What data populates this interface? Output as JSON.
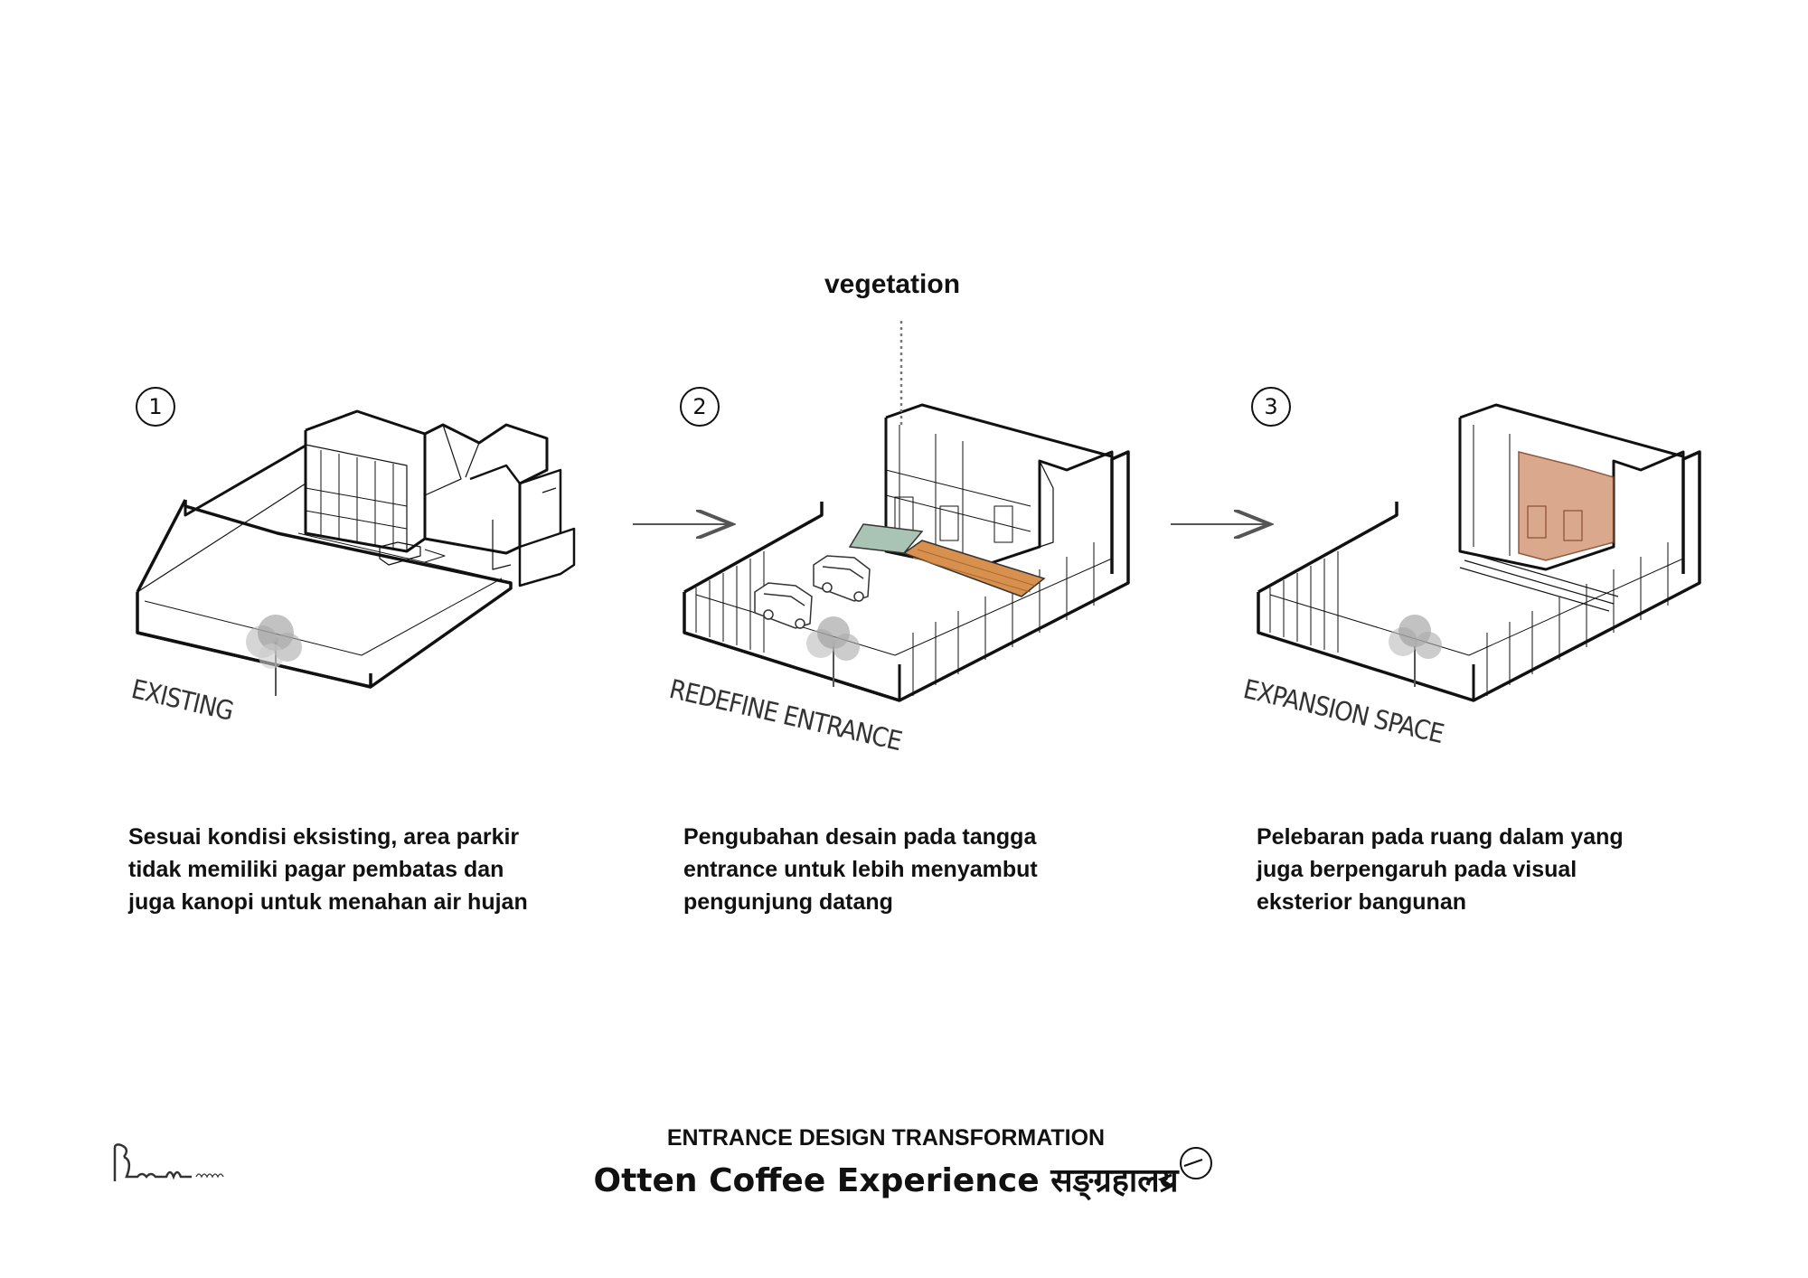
{
  "callout": {
    "label": "vegetation"
  },
  "stages": [
    {
      "number": "1",
      "label": "EXISTING",
      "description": [
        "Sesuai kondisi eksisting, area parkir",
        "tidak memiliki pagar pembatas dan",
        "juga kanopi untuk menahan air hujan"
      ]
    },
    {
      "number": "2",
      "label": "REDEFINE ENTRANCE",
      "description": [
        "Pengubahan desain pada tangga",
        "entrance untuk lebih menyambut",
        "pengunjung datang"
      ]
    },
    {
      "number": "3",
      "label": "EXPANSION SPACE",
      "description": [
        "Pelebaran pada ruang dalam yang",
        "juga berpengaruh pada visual",
        "eksterior bangunan"
      ]
    }
  ],
  "footer": {
    "subtitle": "ENTRANCE DESIGN TRANSFORMATION",
    "title": "Otten Coffee Experience सङ्ग्रहालय"
  },
  "north_arrow_icon": "north-arrow-icon",
  "logo_icon": "studio-logo",
  "colors": {
    "line": "#111111",
    "entrance_wood": "#d8904e",
    "vegetation_glass": "#a9c4b4",
    "expansion_fill": "#d49a78"
  }
}
